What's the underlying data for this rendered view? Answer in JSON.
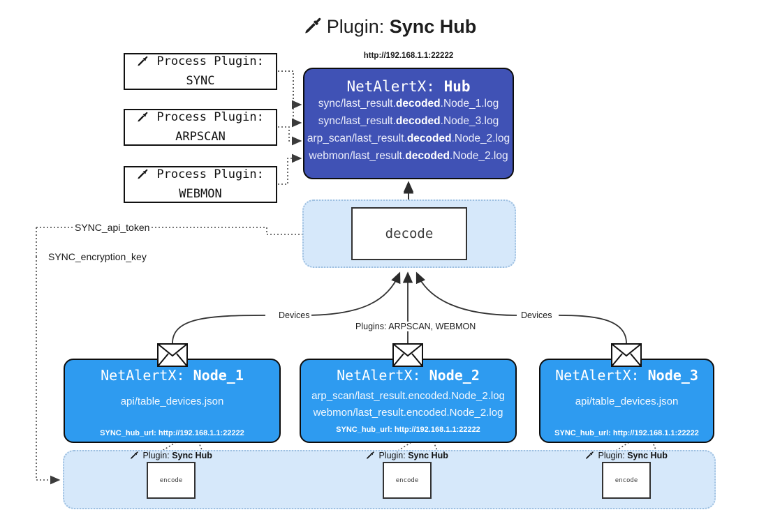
{
  "title": {
    "icon": "plug-icon",
    "prefix": "Plugin:",
    "name": "Sync Hub"
  },
  "process_plugins": [
    {
      "icon": "plug-icon",
      "label": "Process Plugin:",
      "name": "SYNC"
    },
    {
      "icon": "plug-icon",
      "label": "Process Plugin:",
      "name": "ARPSCAN"
    },
    {
      "icon": "plug-icon",
      "label": "Process Plugin:",
      "name": "WEBMON"
    }
  ],
  "hub": {
    "url": "http://192.168.1.1:22222",
    "title_prefix": "NetAlertX:",
    "title_name": "Hub",
    "files": [
      {
        "pre": "sync/last_result.",
        "em": "decoded",
        "post": ".Node_1.log"
      },
      {
        "pre": "sync/last_result.",
        "em": "decoded",
        "post": ".Node_3.log"
      },
      {
        "pre": "arp_scan/last_result.",
        "em": "decoded",
        "post": ".Node_2.log"
      },
      {
        "pre": "webmon/last_result.",
        "em": "decoded",
        "post": ".Node_2.log"
      }
    ]
  },
  "decode": {
    "label": "decode"
  },
  "tokens": [
    {
      "label": "SYNC_api_token"
    },
    {
      "label": "SYNC_encryption_key"
    }
  ],
  "edge_labels": {
    "devices_left": "Devices",
    "devices_right": "Devices",
    "plugins_center": "Plugins: ARPSCAN, WEBMON"
  },
  "nodes": [
    {
      "title_prefix": "NetAlertX:",
      "title_name": "Node_1",
      "lines": [
        "api/table_devices.json"
      ],
      "footer": "SYNC_hub_url: http://192.168.1.1:22222",
      "icon": "envelope-icon"
    },
    {
      "title_prefix": "NetAlertX:",
      "title_name": "Node_2",
      "lines": [
        "arp_scan/last_result.encoded.Node_2.log",
        "webmon/last_result.encoded.Node_2.log"
      ],
      "footer": "SYNC_hub_url: http://192.168.1.1:22222",
      "icon": "envelope-icon"
    },
    {
      "title_prefix": "NetAlertX:",
      "title_name": "Node_3",
      "lines": [
        "api/table_devices.json"
      ],
      "footer": "SYNC_hub_url: http://192.168.1.1:22222",
      "icon": "envelope-icon"
    }
  ],
  "encoders": [
    {
      "plugin_prefix": "Plugin:",
      "plugin_name": "Sync Hub",
      "label": "encode",
      "icon": "plug-icon"
    },
    {
      "plugin_prefix": "Plugin:",
      "plugin_name": "Sync Hub",
      "label": "encode",
      "icon": "plug-icon"
    },
    {
      "plugin_prefix": "Plugin:",
      "plugin_name": "Sync Hub",
      "label": "encode",
      "icon": "plug-icon"
    }
  ],
  "colors": {
    "hub_fill": "#4052b5",
    "node_fill": "#2e9bf0",
    "container_fill": "#d6e8fa",
    "container_stroke": "#9dbfe0",
    "outline": "#0d0d0d",
    "background": "#ffffff"
  }
}
